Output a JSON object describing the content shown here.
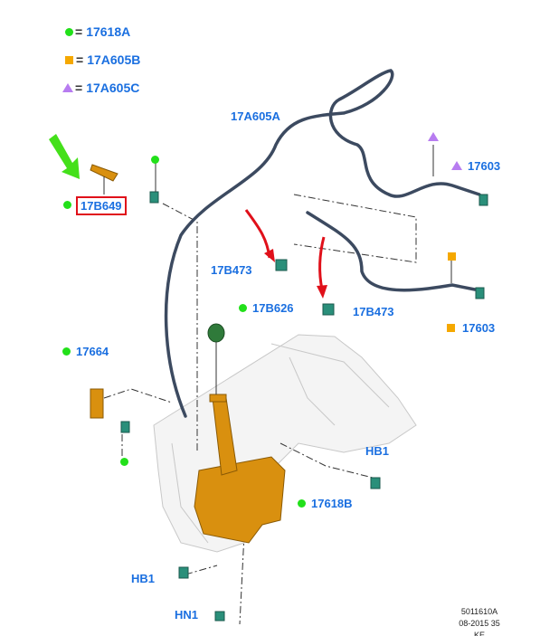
{
  "legend": [
    {
      "symbol": "circle",
      "color": "#22e01a",
      "equals": "=",
      "code": "17618A"
    },
    {
      "symbol": "square",
      "color": "#f5a800",
      "equals": "=",
      "code": "17A605B"
    },
    {
      "symbol": "triangle",
      "color": "#b77cf0",
      "equals": "=",
      "code": "17A605C"
    }
  ],
  "labels": {
    "hose_main": "17A605A",
    "pump_highlight": "17B649",
    "nozzle_upper": "17603",
    "nozzle_lower": "17603",
    "clip_left": "17B473",
    "clip_right": "17B473",
    "cap": "17B626",
    "pump": "17664",
    "bolt_right": "HB1",
    "reservoir": "17618B",
    "bolt_left": "HB1",
    "nut": "HN1"
  },
  "footer": {
    "line1": "5011610A",
    "line2": "08-2015 35",
    "line3": "KE"
  },
  "colors": {
    "label": "#1a6fe0",
    "highlight_box": "#e0101a",
    "green_arrow": "#44e01a",
    "red_arrow": "#e0101a",
    "part_orange": "#d9900f"
  }
}
